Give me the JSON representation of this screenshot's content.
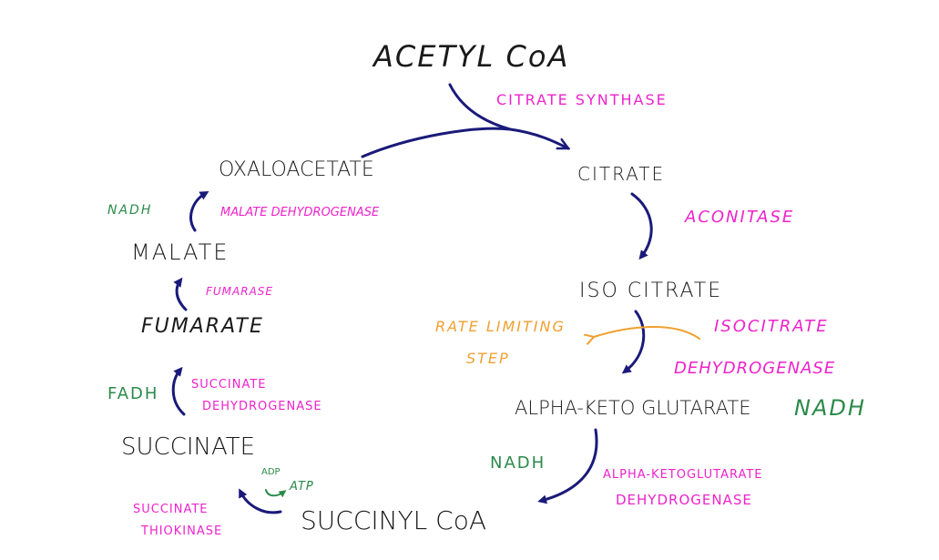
{
  "title": "Citric Acid Cycle",
  "colors": {
    "metabolite": "#1a1a1a",
    "enzyme": "#ee22cc",
    "cofactor": "#2b8a4a",
    "annotation": "#f0a030",
    "arrow": "#1a1a7a"
  },
  "metabolites": {
    "acetyl_coa": "ACETYL CoA",
    "citrate": "CITRATE",
    "isocitrate": "ISO CITRATE",
    "alpha_ketoglutarate": "ALPHA-KETO GLUTARATE",
    "succinyl_coa": "SUCCINYL CoA",
    "succinate": "SUCCINATE",
    "fumarate": "FUMARATE",
    "malate": "MALATE",
    "oxaloacetate": "OXALOACETATE"
  },
  "enzymes": {
    "citrate_synthase": "CITRATE SYNTHASE",
    "aconitase": "ACONITASE",
    "isocitrate_dh_line1": "ISOCITRATE",
    "isocitrate_dh_line2": "DEHYDROGENASE",
    "akg_dh_line1": "ALPHA-KETOGLUTARATE",
    "akg_dh_line2": "DEHYDROGENASE",
    "succinate_thiokinase_line1": "SUCCINATE",
    "succinate_thiokinase_line2": "THIOKINASE",
    "succinate_dh_line1": "SUCCINATE",
    "succinate_dh_line2": "DEHYDROGENASE",
    "fumarase": "FUMARASE",
    "malate_dh": "MALATE DEHYDROGENASE"
  },
  "cofactors": {
    "nadh_isocitrate": "NADH",
    "nadh_akg": "NADH",
    "fadh_succinate": "FADH",
    "nadh_malate": "NADH",
    "adp": "ADP",
    "atp": "ATP"
  },
  "annotations": {
    "rate_limiting_line1": "RATE LIMITING",
    "rate_limiting_line2": "STEP"
  }
}
